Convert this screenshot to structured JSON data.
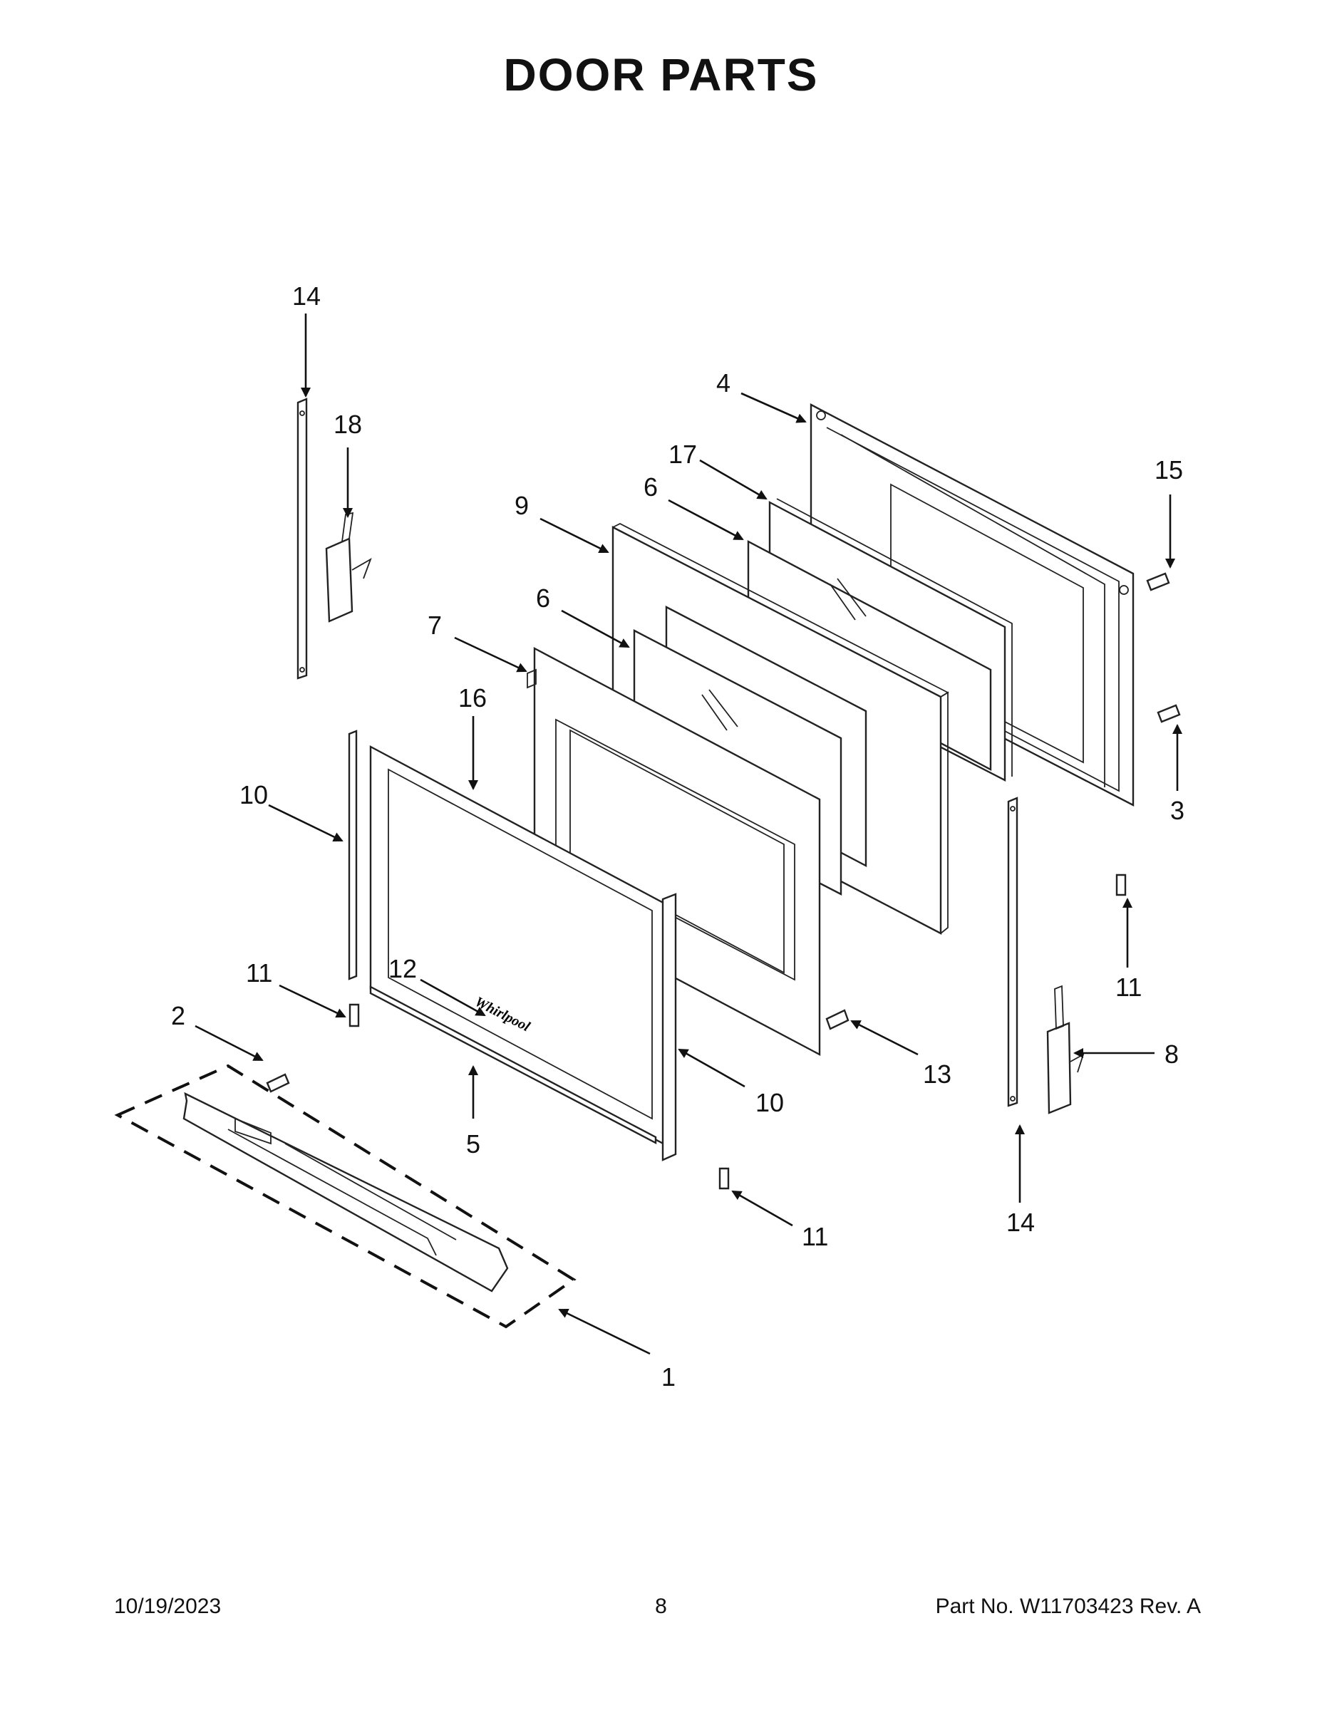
{
  "title": "DOOR PARTS",
  "callouts": {
    "c1": "1",
    "c2": "2",
    "c3": "3",
    "c4": "4",
    "c5": "5",
    "c6a": "6",
    "c6b": "6",
    "c7": "7",
    "c8": "8",
    "c9": "9",
    "c10a": "10",
    "c10b": "10",
    "c11a": "11",
    "c11b": "11",
    "c11c": "11",
    "c12": "12",
    "c13": "13",
    "c14a": "14",
    "c14b": "14",
    "c15": "15",
    "c16": "16",
    "c17": "17",
    "c18": "18"
  },
  "footer": {
    "date": "10/19/2023",
    "page": "8",
    "part_no": "Part No.  W11703423  Rev.  A"
  }
}
